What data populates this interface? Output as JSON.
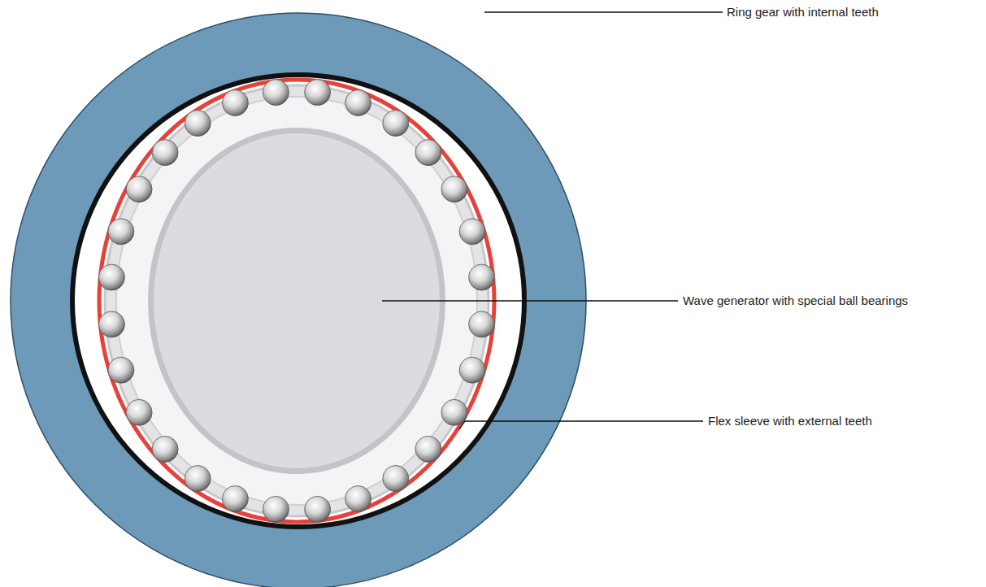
{
  "diagram": {
    "labels": [
      "Ring gear with internal teeth",
      "Wave generator with special ball bearings",
      "Flex sleeve with external teeth"
    ]
  }
}
